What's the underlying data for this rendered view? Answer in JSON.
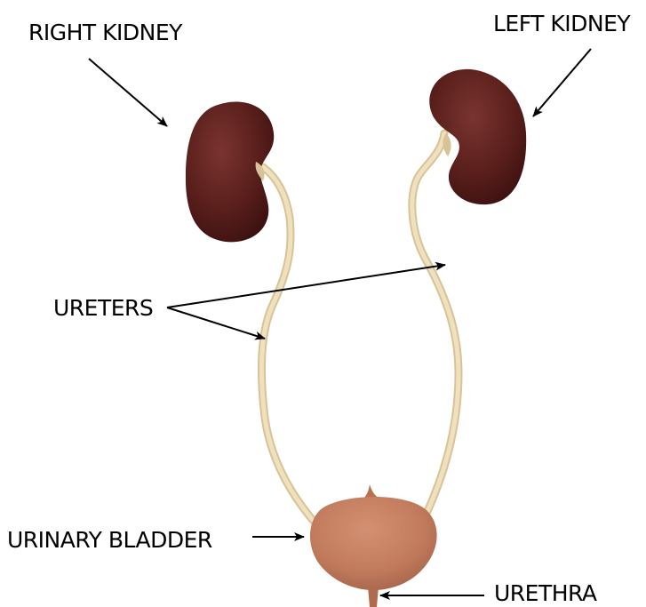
{
  "labels": {
    "right_kidney": "RIGHT KIDNEY",
    "left_kidney": "LEFT KIDNEY",
    "ureters": "URETERS",
    "urinary_bladder": "URINARY BLADDER",
    "urethra": "URETHRA"
  },
  "colors": {
    "kidney": "#5a1f1c",
    "ureter": "#ead7ae",
    "bladder": "#c17a5c",
    "arrow": "#000000"
  }
}
